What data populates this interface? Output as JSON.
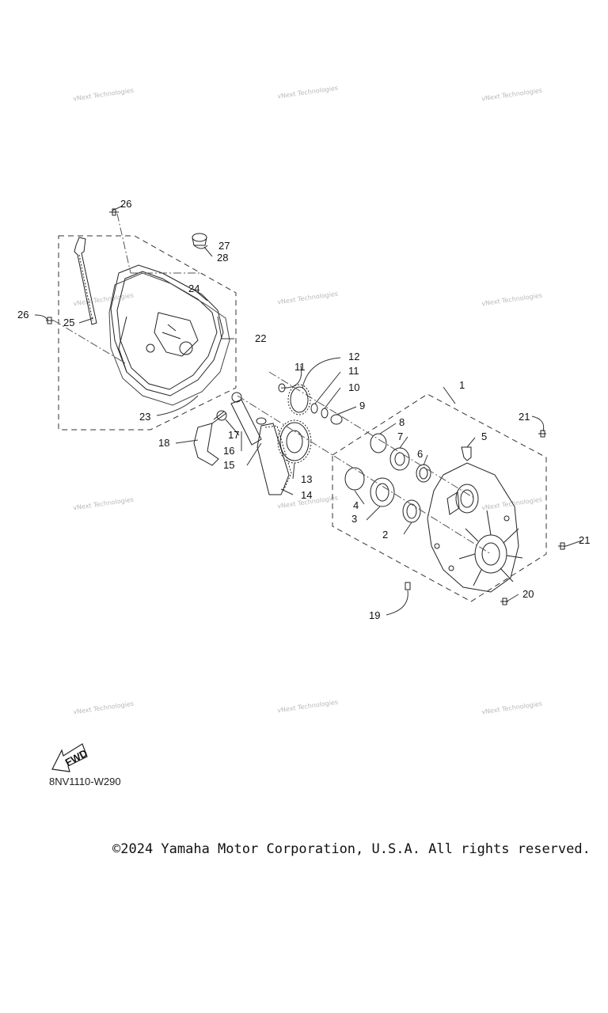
{
  "watermark": "vNext Technologies",
  "callouts": [
    "1",
    "2",
    "3",
    "4",
    "5",
    "6",
    "7",
    "8",
    "9",
    "10",
    "11",
    "11",
    "12",
    "13",
    "14",
    "15",
    "16",
    "17",
    "18",
    "19",
    "20",
    "21",
    "21",
    "22",
    "23",
    "24",
    "25",
    "26",
    "26",
    "27",
    "28"
  ],
  "fwd_label": "FWD",
  "diagram_code": "8NV1110-W290",
  "copyright": "©2024 Yamaha Motor Corporation, U.S.A. All rights reserved."
}
